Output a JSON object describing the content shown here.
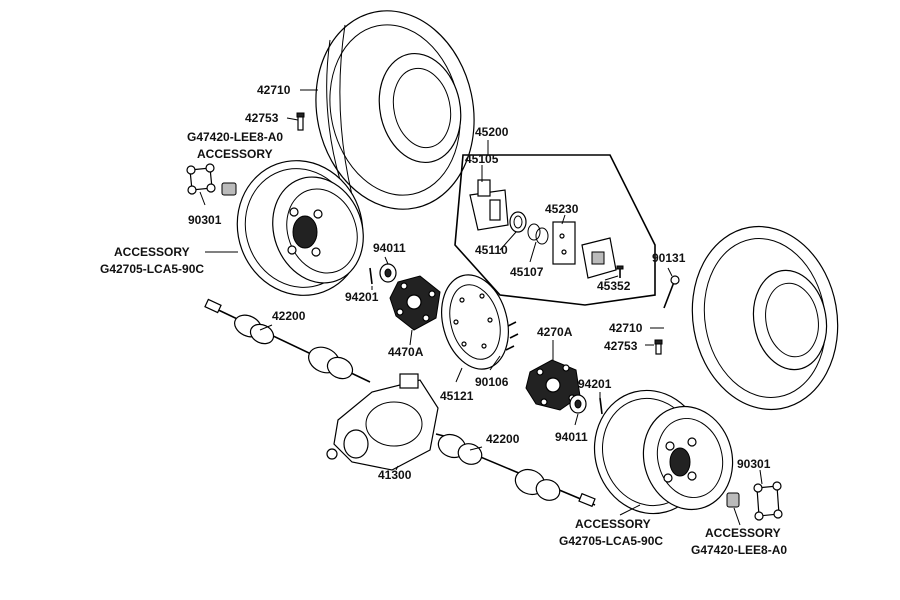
{
  "labels": {
    "tire_left": "42710",
    "valve_left": "42753",
    "lug_nut_left_code": "G47420-LEE8-A0",
    "lug_nut_left_acc": "ACCESSORY",
    "stud_left": "90301",
    "wheel_left_acc": "ACCESSORY",
    "wheel_left_code": "G42705-LCA5-90C",
    "caliper_assy": "45200",
    "caliper_body": "45105",
    "piston": "45110",
    "seal": "45107",
    "pad_set": "45230",
    "pad_pin": "45352",
    "bolt_90131": "90131",
    "tire_right": "42710",
    "valve_right": "42753",
    "bearing_left": "94011",
    "cotter_left": "94201",
    "hub_left": "4470A",
    "hub_right": "4270A",
    "axle_left": "42200",
    "disc": "45121",
    "disc_bolt": "90106",
    "cotter_right": "94201",
    "bearing_right": "94011",
    "axle_right": "42200",
    "differential": "41300",
    "stud_right": "90301",
    "wheel_right_acc": "ACCESSORY",
    "wheel_right_code": "G42705-LCA5-90C",
    "lug_nut_right_acc": "ACCESSORY",
    "lug_nut_right_code": "G47420-LEE8-A0"
  }
}
